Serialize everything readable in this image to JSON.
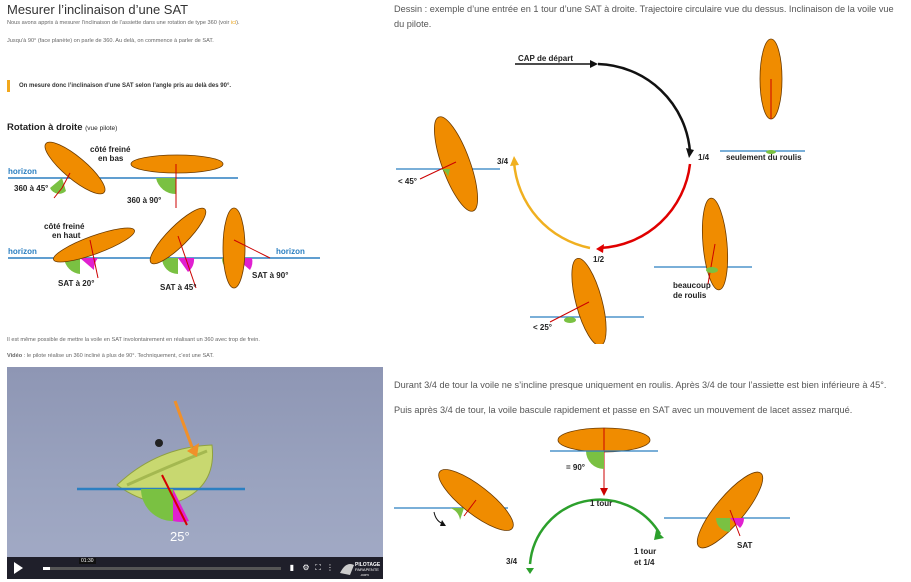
{
  "left": {
    "title": "Mesurer l’inclinaison d’une SAT",
    "intro_line1_a": "Nous avons appris à mesurer l’inclinaison de l’assiette dans une rotation de type 360 (voir ",
    "intro_line1_link": "ici",
    "intro_line1_b": ").",
    "intro_line2": "Jusqu’à 90° (face planète) on parle de 360. Au delà, on commence à parler de SAT.",
    "callout": "On mesure donc l’inclinaison d’une SAT selon l’angle pris au delà des 90°.",
    "section_title": "Rotation à droite",
    "section_subtitle": "(vue pilote)",
    "diagram": {
      "horizon": "horizon",
      "cote_freine": "côté freiné",
      "en_bas": "en bas",
      "en_haut": "en haut",
      "a360_45": "360 à 45°",
      "a360_90": "360 à 90°",
      "sat20": "SAT à 20°",
      "sat45": "SAT à 45°",
      "sat90": "SAT à 90°"
    },
    "note": "Il est même possible de mettre la voile en SAT involontairement en réalisant un 360 avec trop de frein.",
    "video_label": "Vidéo",
    "video_desc": " : le pilote réalise un 360 incliné à plus de 90°. Techniquement, c’est une SAT.",
    "video": {
      "angle": "25°",
      "time": "01:30",
      "progress": 0.03,
      "logo_line1": "PILOTAGE",
      "logo_line2": "PARAPENTE",
      "logo_line3": ".com"
    }
  },
  "right": {
    "para1": "Dessin : exemple d’une entrée en 1 tour d’une SAT à droite. Trajectoire circulaire vue du dessus. Inclinaison de la voile vue du pilote.",
    "diagram1": {
      "cap": "CAP de départ",
      "q1": "1/4",
      "q2": "1/2",
      "q3": "3/4",
      "roulis": "seulement du roulis",
      "beaucoup": "beaucoup",
      "de_roulis": "de roulis",
      "lt45": "< 45°",
      "lt25": "< 25°"
    },
    "para2": "Durant 3/4 de tour la voile ne s’incline presque uniquement en roulis. Après 3/4 de tour l’assiette est bien inférieure à 45°.",
    "para3": "Puis après 3/4 de tour, la voile bascule rapidement et passe en SAT avec un mouvement de lacet assez marqué.",
    "diagram2": {
      "eq90": "= 90°",
      "un_tour": "1 tour",
      "q3": "3/4",
      "un_tour2": "1 tour",
      "et14": "et 1/4",
      "sat": "SAT"
    }
  },
  "colors": {
    "wing": "#f08c00",
    "horizon": "#2b7fc1",
    "green": "#7ac142",
    "magenta": "#e020d0",
    "accent": "#f2a81d"
  }
}
